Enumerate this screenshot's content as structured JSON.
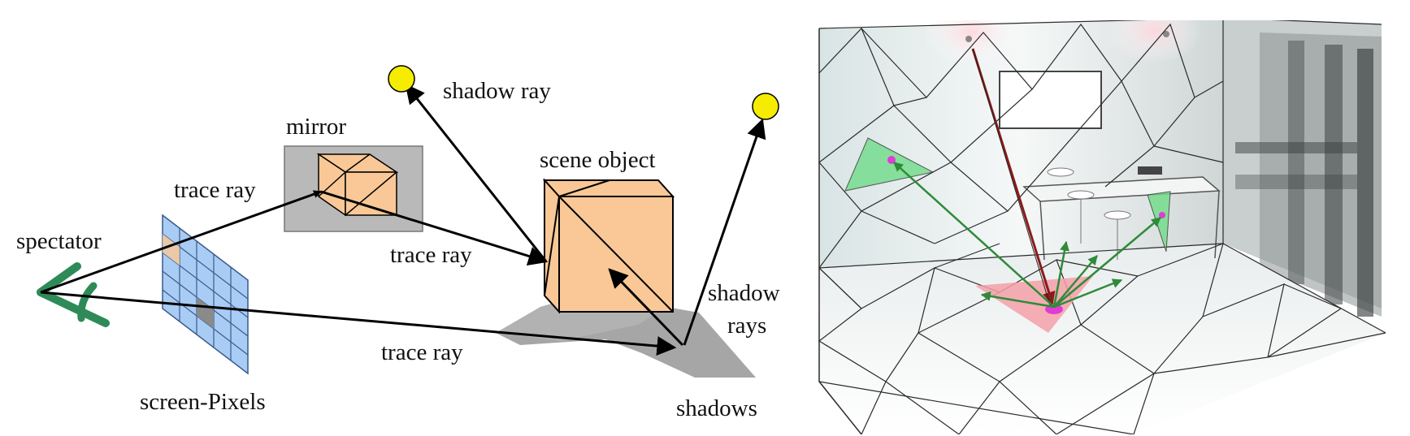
{
  "left_diagram": {
    "labels": {
      "spectator": "spectator",
      "screen_pixels": "screen-Pixels",
      "mirror": "mirror",
      "trace_ray_1": "trace ray",
      "trace_ray_2": "trace ray",
      "trace_ray_3": "trace ray",
      "shadow_ray": "shadow ray",
      "scene_object": "scene object",
      "shadow_rays_line1": "shadow",
      "shadow_rays_line2": "rays",
      "shadows": "shadows"
    },
    "colors": {
      "light": "#f5ec00",
      "object_fill": "#f9c896",
      "mirror_bg": "#b9b9b9",
      "pixel_fill": "#a9ccf5",
      "pixel_grid": "#3a5a8c",
      "eye": "#2e8b57",
      "shadow": "#a6a6a6",
      "ray": "#000000"
    }
  },
  "right_scene": {
    "description_icon": "kitchen-render-icon",
    "colors": {
      "triangle_green": "#6fdc88",
      "triangle_red": "#f4a0a8",
      "sample_point": "#e23ad6",
      "ray_green": "#2e8b3a",
      "ray_red": "#8b1a1a",
      "mesh": "#2a2a2a"
    }
  }
}
